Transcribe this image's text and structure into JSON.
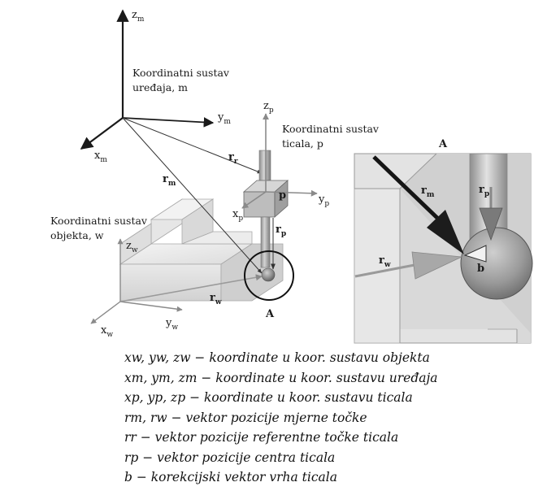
{
  "device_frame": {
    "z_axis": {
      "base": "z",
      "sub": "m"
    },
    "y_axis": {
      "base": "y",
      "sub": "m"
    },
    "x_axis": {
      "base": "x",
      "sub": "m"
    },
    "caption_line1": "Koordinatni sustav",
    "caption_line2": "uređaja, m"
  },
  "probe_frame": {
    "z_axis": {
      "base": "z",
      "sub": "p"
    },
    "y_axis": {
      "base": "y",
      "sub": "p"
    },
    "x_axis": {
      "base": "x",
      "sub": "p"
    },
    "origin_label": "p",
    "caption_line1": "Koordinatni sustav",
    "caption_line2": "ticala, p"
  },
  "object_frame": {
    "z_axis": {
      "base": "z",
      "sub": "w"
    },
    "y_axis": {
      "base": "y",
      "sub": "w"
    },
    "x_axis": {
      "base": "x",
      "sub": "w"
    },
    "caption_line1": "Koordinatni sustav",
    "caption_line2": "objekta, w"
  },
  "vectors": {
    "r_m": {
      "base": "r",
      "sub": "m"
    },
    "r_r": {
      "base": "r",
      "sub": "r"
    },
    "r_p": {
      "base": "r",
      "sub": "p"
    },
    "r_w": {
      "base": "r",
      "sub": "w"
    }
  },
  "point_label": "A",
  "detail": {
    "title": "A",
    "r_m": {
      "base": "r",
      "sub": "m"
    },
    "r_p": {
      "base": "r",
      "sub": "p"
    },
    "r_w": {
      "base": "r",
      "sub": "w"
    },
    "b_label": "b"
  },
  "legend": [
    "xw, yw, zw − koordinate u koor. sustavu objekta",
    "xm, ym, zm − koordinate u koor. sustavu uređaja",
    "xp, yp, zp − koordinate u koor. sustavu ticala",
    "rm, rw − vektor pozicije mjerne točke",
    "rr − vektor pozicije referentne točke ticala",
    "rp − vektor pozicije centra ticala",
    "b − korekcijski vektor vrha ticala"
  ]
}
